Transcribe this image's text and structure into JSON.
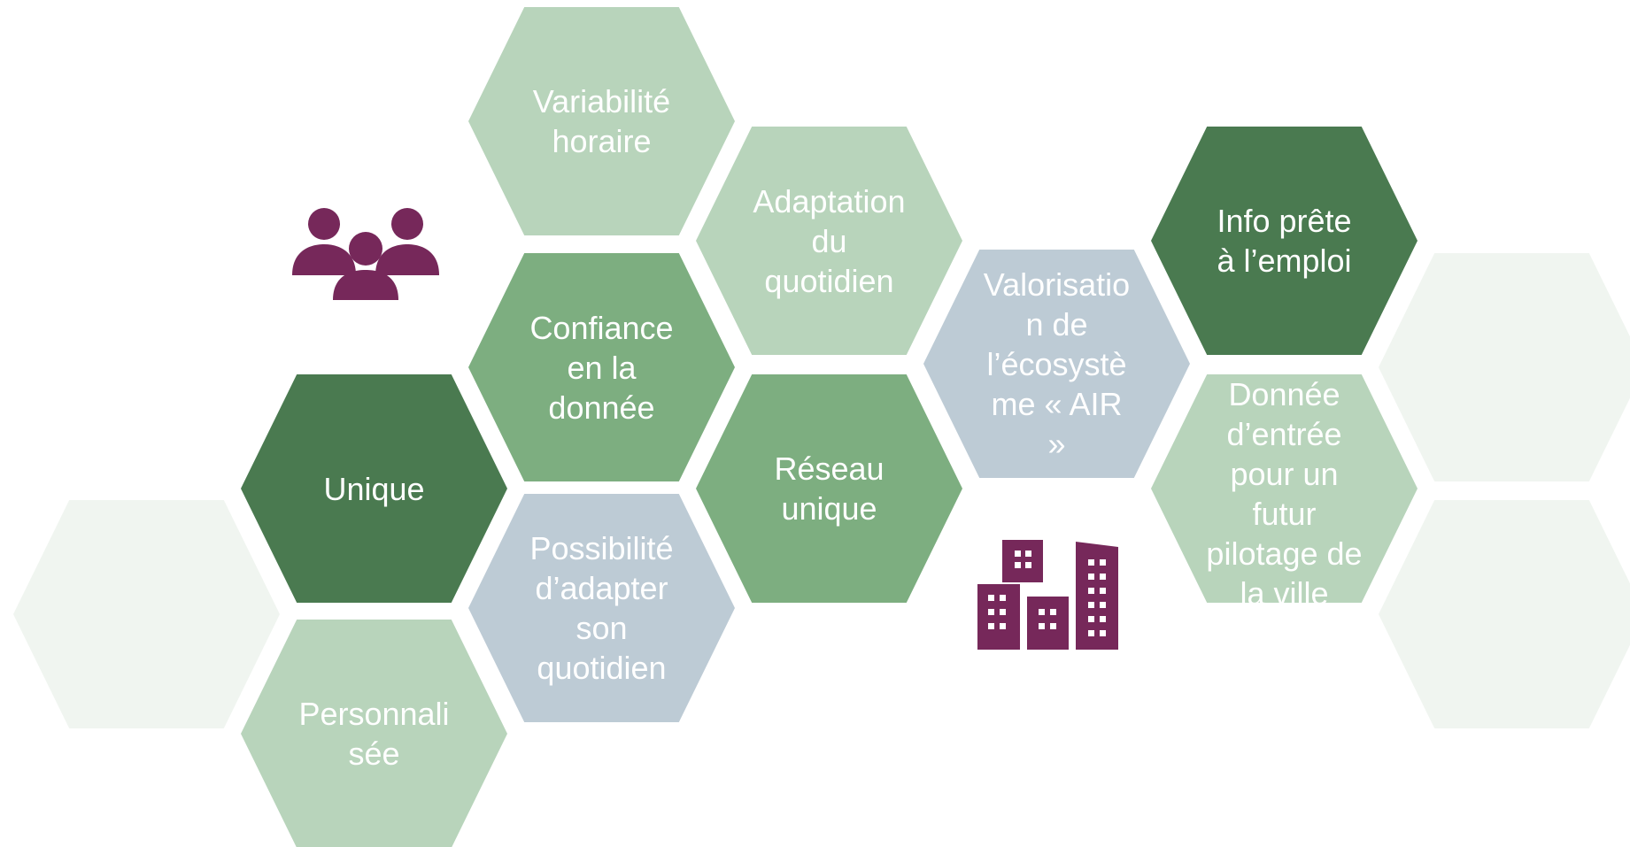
{
  "colors": {
    "dark_green": "#4a7a50",
    "mid_green": "#7dae80",
    "light_green": "#b8d4bb",
    "blue_grey": "#bdcbd5",
    "faint_green": "#f0f5f0",
    "icon_purple": "#76285a"
  },
  "hexagons": [
    {
      "id": "variabilite",
      "label": "Variabilité horaire",
      "fill": "light_green"
    },
    {
      "id": "adaptation",
      "label": "Adaptation du quotidien",
      "fill": "light_green"
    },
    {
      "id": "confiance",
      "label": "Confiance en la donnée",
      "fill": "mid_green"
    },
    {
      "id": "unique",
      "label": "Unique",
      "fill": "dark_green"
    },
    {
      "id": "reseau",
      "label": "Réseau unique",
      "fill": "mid_green"
    },
    {
      "id": "possibilite",
      "label": "Possibilité d’adapter son quotidien",
      "fill": "blue_grey"
    },
    {
      "id": "personnalisee",
      "label": "Personnali sée",
      "fill": "light_green"
    },
    {
      "id": "valorisation",
      "label": "Valorisation de l’écosystè me « AIR »",
      "fill": "blue_grey"
    },
    {
      "id": "info",
      "label": "Info prête à l’emploi",
      "fill": "dark_green"
    },
    {
      "id": "donnee",
      "label": "Donnée d’entrée pour un futur pilotage de la ville",
      "fill": "light_green"
    },
    {
      "id": "blank-left",
      "label": "",
      "fill": "faint_green"
    },
    {
      "id": "blank-right-top",
      "label": "",
      "fill": "faint_green"
    },
    {
      "id": "blank-right-bottom",
      "label": "",
      "fill": "faint_green"
    }
  ],
  "icons": [
    {
      "id": "people",
      "name": "people-group-icon"
    },
    {
      "id": "buildings",
      "name": "city-buildings-icon"
    }
  ]
}
